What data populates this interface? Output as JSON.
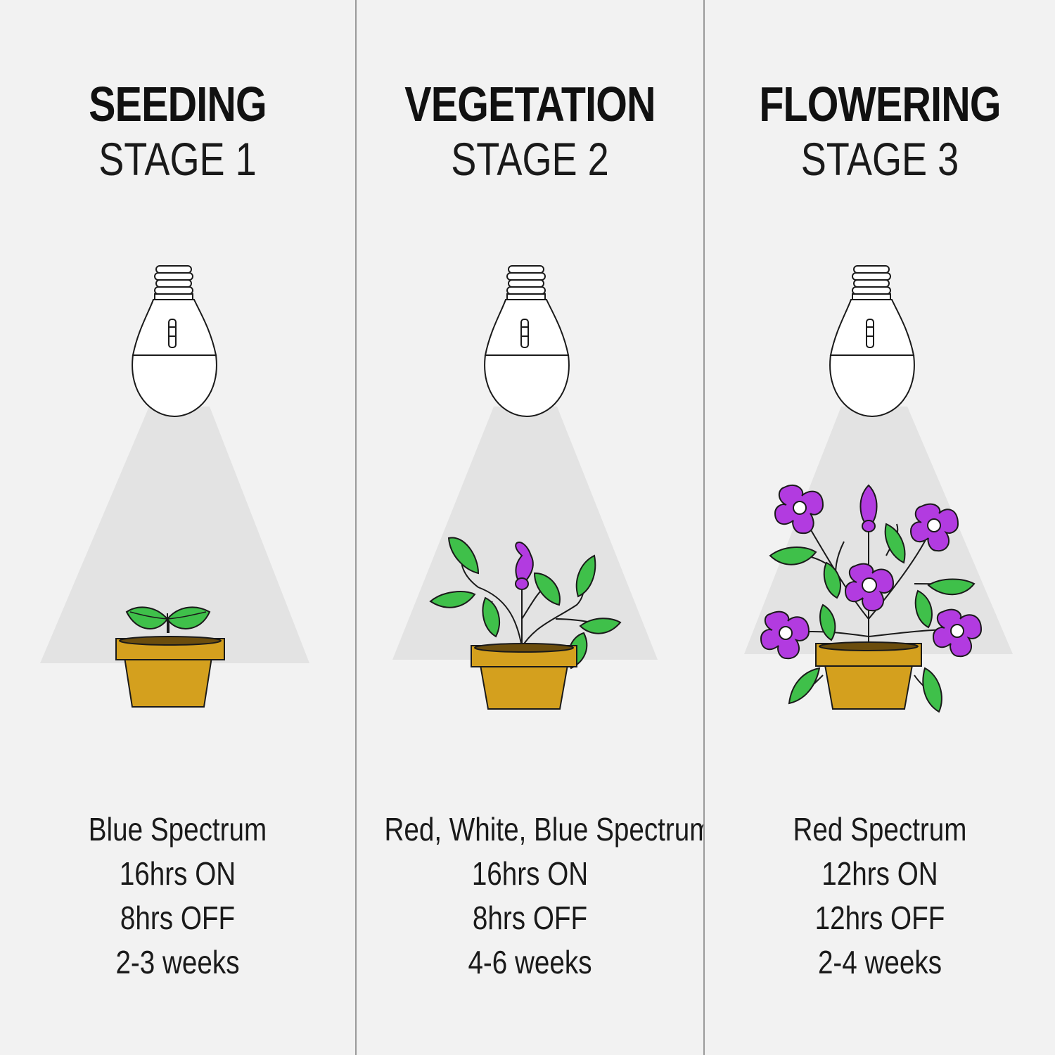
{
  "stages": [
    {
      "title": "SEEDING",
      "stage": "STAGE 1",
      "spectrum": "Blue Spectrum",
      "on": "16hrs ON",
      "off": "8hrs OFF",
      "duration": "2-3 weeks"
    },
    {
      "title": "VEGETATION",
      "stage": "STAGE 2",
      "spectrum": "Red, White, Blue Spectrum",
      "on": "16hrs ON",
      "off": "8hrs OFF",
      "duration": "4-6 weeks"
    },
    {
      "title": "FLOWERING",
      "stage": "STAGE 3",
      "spectrum": "Red Spectrum",
      "on": "12hrs ON",
      "off": "12hrs OFF",
      "duration": "2-4 weeks"
    }
  ],
  "colors": {
    "background": "#f2f2f2",
    "light_cone": "#e3e3e3",
    "pot": "#d4a01e",
    "leaf": "#3fc04a",
    "flower": "#b23be0",
    "outline": "#1a1a1a"
  },
  "icons": [
    "light-bulb-icon",
    "seedling-icon",
    "leafy-plant-icon",
    "flowering-plant-icon",
    "flower-pot-icon"
  ]
}
